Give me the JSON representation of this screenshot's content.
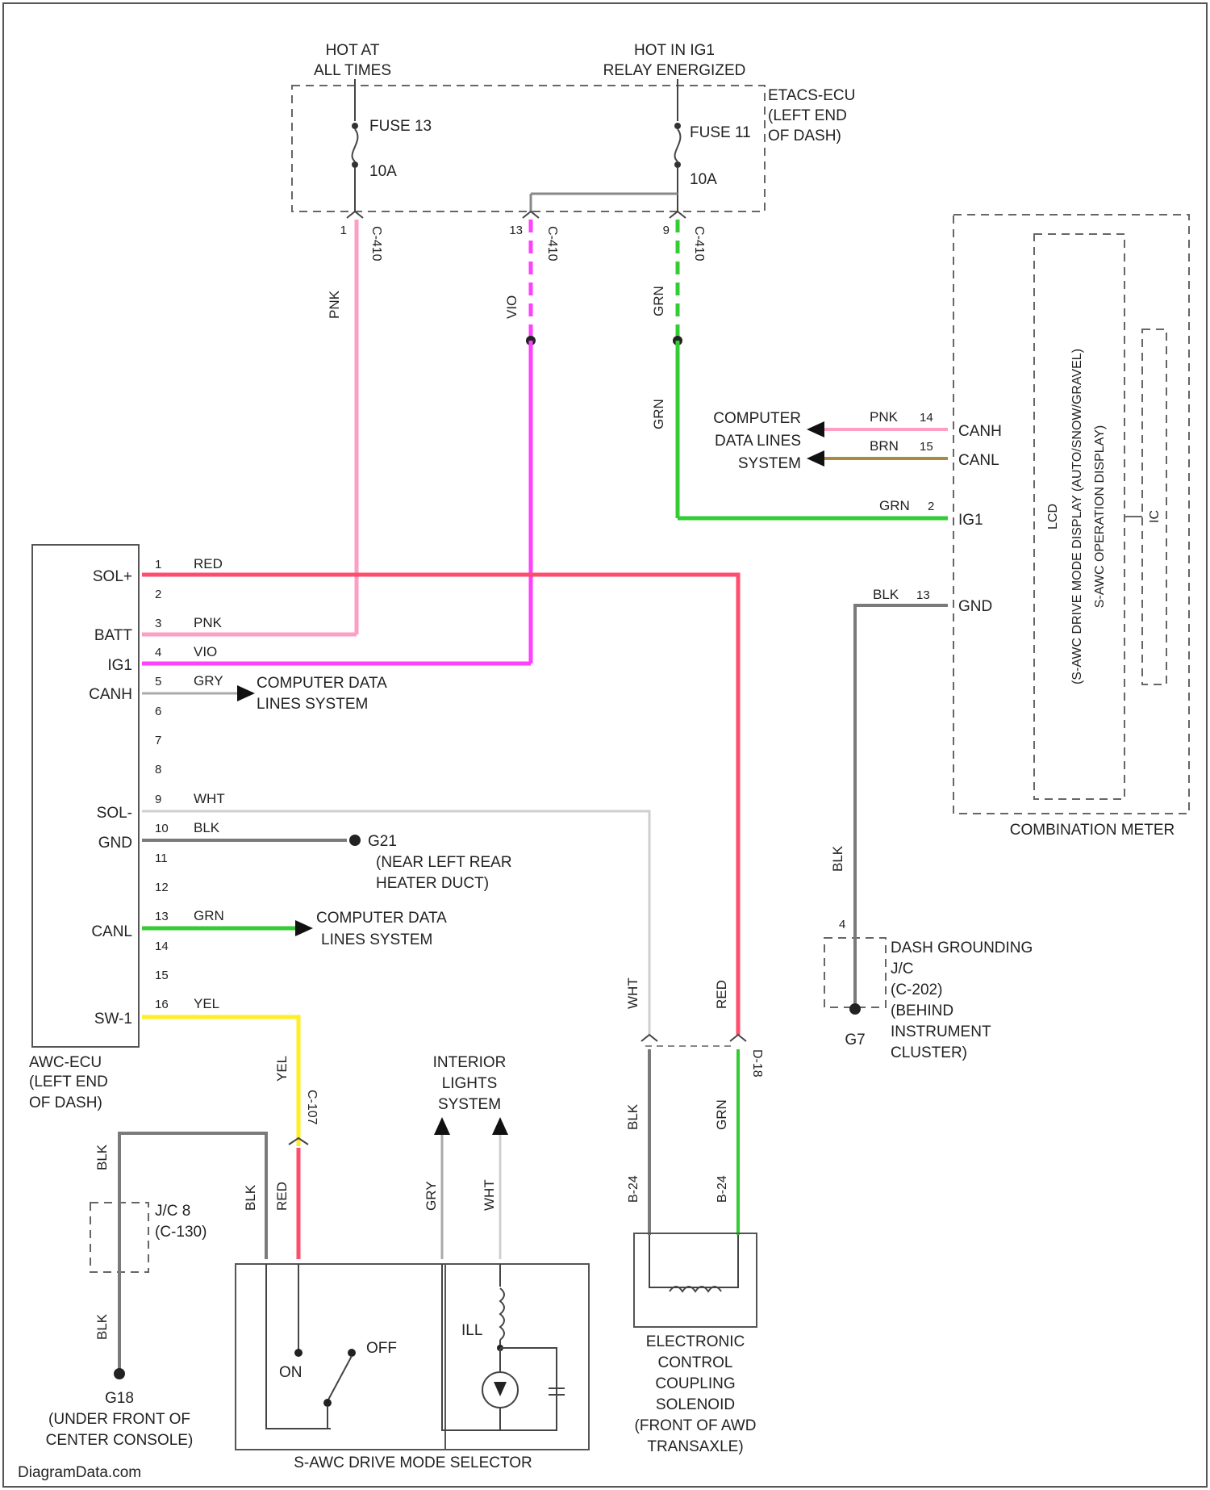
{
  "power": {
    "hot_at_all_times": [
      "HOT AT",
      "ALL TIMES"
    ],
    "hot_in_ig1": [
      "HOT IN IG1",
      "RELAY ENERGIZED"
    ],
    "fuse_a": "FUSE 13",
    "fuse_a_rating": "10A",
    "fuse_b": "FUSE 11",
    "fuse_b_rating": "10A",
    "ecu_block": [
      "ETACS-ECU",
      "(LEFT END",
      "OF DASH)"
    ],
    "conn_a": "C-410",
    "conn_b": "C-410",
    "conn_c": "C-410",
    "wire_pnk": "PNK",
    "wire_vio": "VIO",
    "wire_grn": "GRN",
    "pin_a": "1",
    "pin_b": "13",
    "pin_c": "9"
  },
  "comb_meter": {
    "title": "COMBINATION METER",
    "lcd": "LCD",
    "lcd_desc1": "(S-AWC DRIVE MODE DISPLAY (AUTO/SNOW/GRAVEL)",
    "lcd_desc2": "S-AWC OPERATION DISPLAY)",
    "ic": "IC",
    "data_lines": [
      "COMPUTER",
      "DATA LINES",
      "SYSTEM"
    ],
    "canh": "CANH",
    "canl": "CANL",
    "ig1": "IG1",
    "gnd": "GND",
    "w_pnk": "PNK",
    "w_brn": "BRN",
    "w_grn": "GRN",
    "w_blk": "BLK",
    "p14": "14",
    "p15": "15",
    "p2": "2",
    "p13": "13",
    "grn_vertical": "GRN"
  },
  "awc_ecu": {
    "title": [
      "AWC-ECU",
      "(LEFT END",
      "OF DASH)"
    ],
    "sol_plus": "SOL+",
    "batt": "BATT",
    "ig1": "IG1",
    "canh": "CANH",
    "sol_minus": "SOL-",
    "gnd": "GND",
    "canl": "CANL",
    "sw": "SW-1",
    "pins": [
      "1",
      "2",
      "3",
      "4",
      "5",
      "6",
      "7",
      "8",
      "9",
      "10",
      "11",
      "12",
      "13",
      "14",
      "15",
      "16"
    ],
    "w1": "RED",
    "w3": "PNK",
    "w4": "VIO",
    "w5": "GRY",
    "w9": "WHT",
    "w10": "BLK",
    "w13": "GRN",
    "w16": "YEL",
    "cdl1": [
      "COMPUTER DATA",
      "LINES SYSTEM"
    ],
    "cdl2": [
      "COMPUTER DATA",
      "LINES SYSTEM"
    ],
    "ground_g21": [
      "G21",
      "(NEAR LEFT REAR",
      "HEATER DUCT)"
    ]
  },
  "dash_ground": {
    "label": [
      "DASH GROUNDING",
      "J/C",
      "(C-202)",
      "(BEHIND",
      "INSTRUMENT",
      "CLUSTER)"
    ],
    "g7": "G7",
    "w_blk": "BLK",
    "pin": "4"
  },
  "coupling": {
    "label": [
      "ELECTRONIC",
      "CONTROL",
      "COUPLING",
      "SOLENOID",
      "(FRONT OF AWD",
      "TRANSAXLE)"
    ],
    "conn": "D-18",
    "w_wht": "WHT",
    "w_red": "RED",
    "w_blk": "BLK",
    "w_grn": "GRN",
    "conn2": "B-24"
  },
  "selector": {
    "label": "S-AWC DRIVE MODE SELECTOR",
    "conn": "C-107",
    "w_yel": "YEL",
    "w_red": "RED",
    "w_blk": "BLK",
    "w_gry": "GRY",
    "w_wht": "WHT",
    "on": "ON",
    "off": "OFF",
    "ill": "ILL",
    "interior": [
      "INTERIOR",
      "LIGHTS",
      "SYSTEM"
    ]
  },
  "jc": {
    "label": [
      "J/C 8",
      "(C-130)"
    ],
    "w_blk": "BLK",
    "ground": [
      "G18",
      "(UNDER FRONT OF",
      "CENTER CONSOLE)"
    ]
  },
  "footer": "DiagramData.com",
  "colors": {
    "red": "#ff4d6d",
    "pink": "#ff9ec4",
    "violet": "#ff40ff",
    "green": "#33cc33",
    "yellow": "#ffee22",
    "brown": "#a88a40",
    "gray": "#7a7a7a",
    "white_wire": "#cfcfcf"
  }
}
